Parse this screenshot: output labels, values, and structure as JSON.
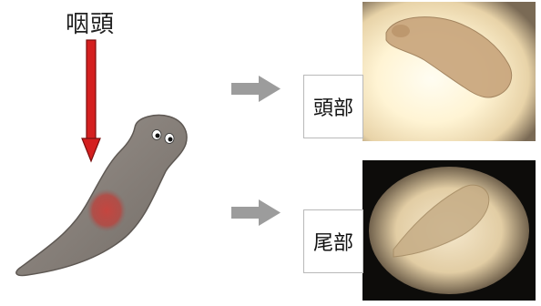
{
  "diagram": {
    "pharynx_label": "咽頭",
    "parts": [
      {
        "label": "頭部"
      },
      {
        "label": "尾部"
      }
    ]
  },
  "colors": {
    "pointer_arrow": "#d41f1f",
    "flow_arrow": "#9c9c9c",
    "worm_body": "#8c8580",
    "pharynx_spot": "#c4433f"
  }
}
